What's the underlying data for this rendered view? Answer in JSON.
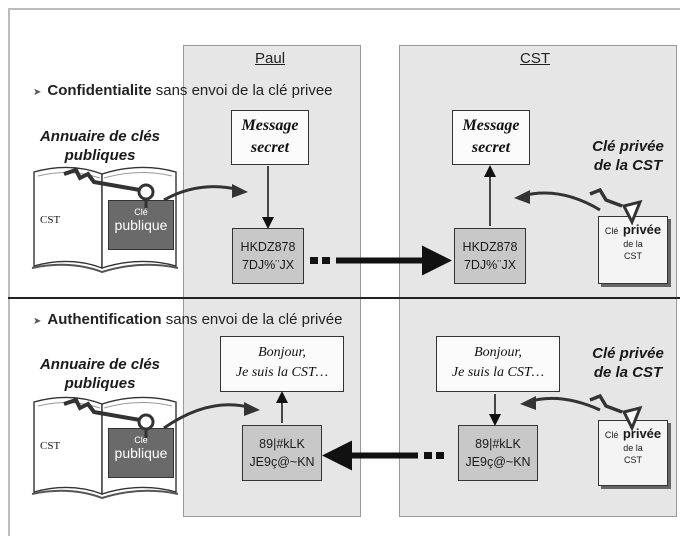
{
  "panels": {
    "left_title": "Paul",
    "right_title": "CST"
  },
  "section1": {
    "bullet_bold": "Confidentialite",
    "bullet_rest": " sans envoi de la clé privee",
    "directory_label": "Annuaire de clés publiques",
    "book_cst": "CST",
    "pubkey_small": "Clé",
    "pubkey_big": "publique",
    "left_message_line1": "Message",
    "left_message_line2": "secret",
    "left_cipher_line1": "HKDZ878",
    "left_cipher_line2": "7DJ%¨JX",
    "right_message_line1": "Message",
    "right_message_line2": "secret",
    "right_cipher_line1": "HKDZ878",
    "right_cipher_line2": "7DJ%¨JX",
    "privkey_label": "Clé privée de la CST",
    "privdoc_small": "Clé",
    "privdoc_big": "privée",
    "privdoc_line2": "de la",
    "privdoc_line3": "CST"
  },
  "section2": {
    "bullet_bold": "Authentification",
    "bullet_rest": " sans envoi de la clé privée",
    "directory_label": "Annuaire de clés publiques",
    "book_cst": "CST",
    "pubkey_small": "Clé",
    "pubkey_big": "publique",
    "left_message_line1": "Bonjour,",
    "left_message_line2": "Je suis la CST…",
    "left_cipher_line1": "89|#kLK",
    "left_cipher_line2": "JE9ç@~KN",
    "right_message_line1": "Bonjour,",
    "right_message_line2": "Je suis la CST…",
    "right_cipher_line1": "89|#kLK",
    "right_cipher_line2": "JE9ç@~KN",
    "privkey_label": "Clé privée de la CST",
    "privdoc_small": "Clé",
    "privdoc_big": "privée",
    "privdoc_line2": "de la",
    "privdoc_line3": "CST"
  }
}
